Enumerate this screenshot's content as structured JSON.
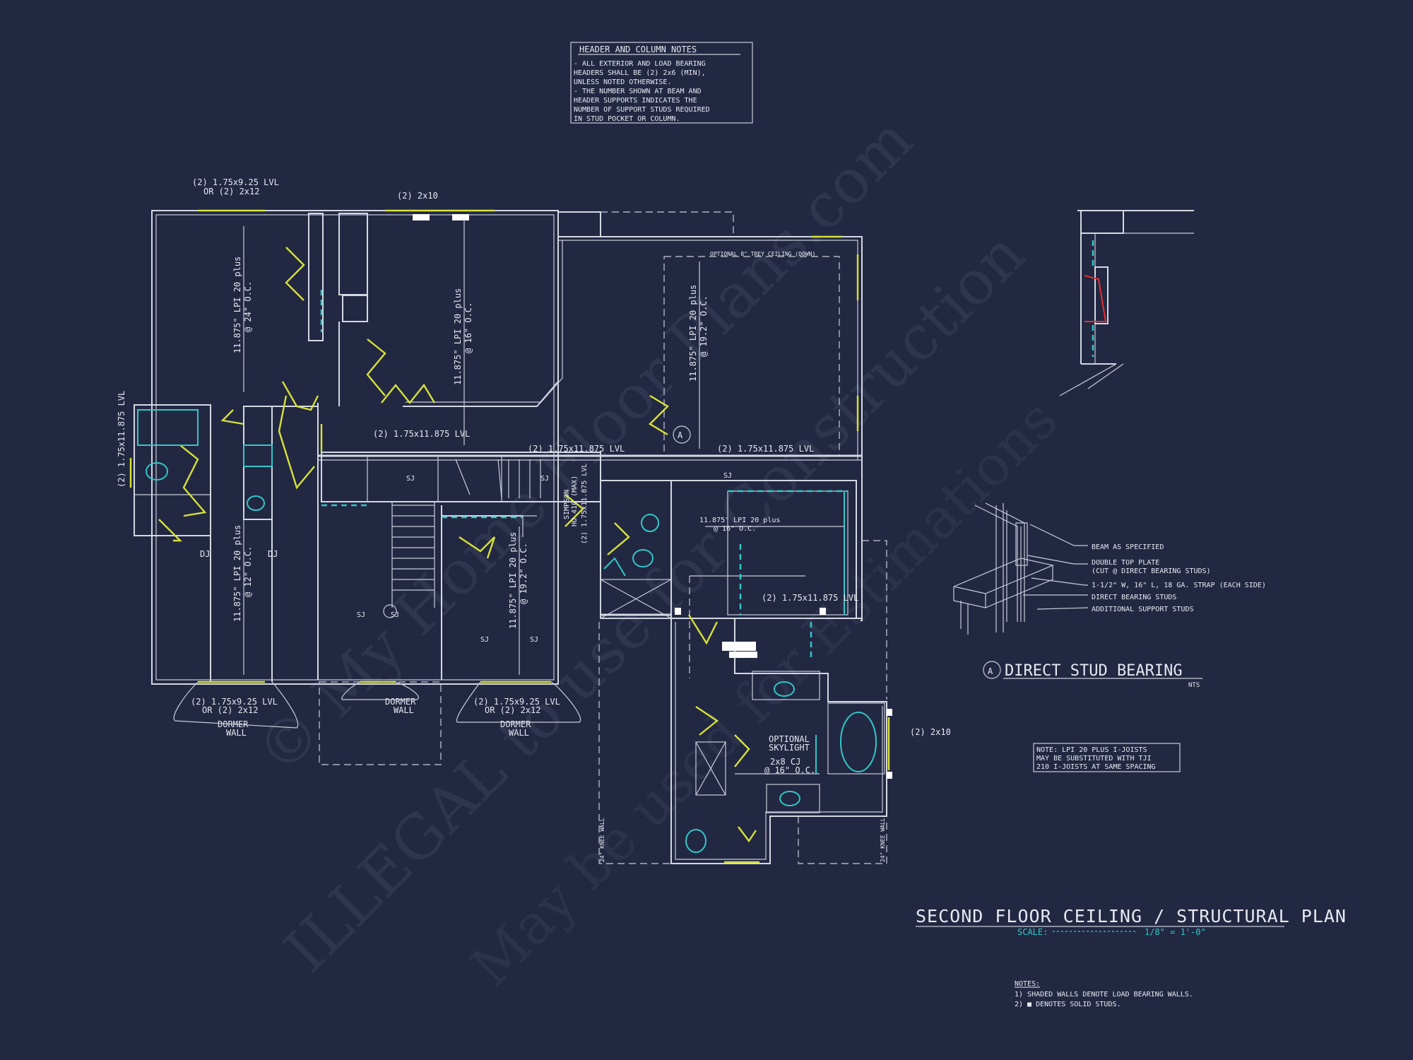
{
  "header_notes": {
    "title": "HEADER AND COLUMN NOTES",
    "lines": [
      "- ALL EXTERIOR AND LOAD BEARING",
      "HEADERS SHALL BE (2) 2x6 (MIN),",
      "UNLESS NOTED OTHERWISE.",
      "- THE NUMBER SHOWN AT BEAM AND",
      "HEADER SUPPORTS INDICATES THE",
      "NUMBER OF SUPPORT STUDS REQUIRED",
      "IN STUD POCKET OR COLUMN."
    ]
  },
  "plan_labels": {
    "top_left_header_1": "(2) 1.75x9.25 LVL",
    "top_left_header_2": "OR (2) 2x12",
    "top_mid_header": "(2) 2x10",
    "joist_left": "11.875\" LPI 20 plus",
    "joist_left_spacing": "@ 24\" O.C.",
    "joist_mid": "11.875\" LPI 20 plus",
    "joist_mid_spacing": "@ 16\" O.C.",
    "trey_ceiling": "OPTIONAL 8\" TREY CEILING (DOWN)",
    "joist_right": "11.875\" LPI 20 plus",
    "joist_right_spacing": "@ 19.2\" O.C.",
    "beam_left_vert": "(2) 1.75x11.875 LVL",
    "beam_a": "(2) 1.75x11.875 LVL",
    "beam_b": "(2) 1.75x11.875 LVL",
    "beam_c": "(2) 1.75x11.875 LVL",
    "beam_d": "(2) 1.75x11.875 LVL",
    "beam_e_vert": "(2) 1.75x11.875 LVL",
    "simpson_1": "SIMPSON",
    "simpson_2": "HU 410 (MAX)",
    "joist_center_right": "11.875\" LPI 20 plus",
    "joist_center_right_spacing": "@ 16\" O.C.",
    "joist_lower_left": "11.875\" LPI 20 plus",
    "joist_lower_left_spacing": "@ 12\" O.C.",
    "joist_lower_mid": "11.875\" LPI 20 plus",
    "joist_lower_mid_spacing": "@ 19.2\" O.C.",
    "dj": "DJ",
    "sj": "SJ",
    "dormer_hdr_1": "(2) 1.75x9.25 LVL",
    "dormer_hdr_2": "OR (2) 2x12",
    "dormer_wall_1": "DORMER",
    "dormer_wall_2": "WALL",
    "skylight_1": "OPTIONAL",
    "skylight_2": "SKYLIGHT",
    "cj_1": "2x8 CJ",
    "cj_2": "@ 16\" O.C.",
    "right_header": "(2) 2x10",
    "knee_wall": "24\" KNEE WALL",
    "marker_a": "A"
  },
  "detail": {
    "callout_1": "BEAM AS SPECIFIED",
    "callout_2a": "DOUBLE TOP PLATE",
    "callout_2b": "(CUT @ DIRECT BEARING STUDS)",
    "callout_3": "1-1/2\" W, 16\" L, 18 GA. STRAP (EACH SIDE)",
    "callout_4": "DIRECT BEARING STUDS",
    "callout_5": "ADDITIONAL SUPPORT STUDS",
    "marker": "A",
    "title": "DIRECT STUD BEARING",
    "nts": "NTS"
  },
  "note_box": {
    "lines": [
      "NOTE: LPI 20 PLUS I-JOISTS",
      "MAY BE SUBSTITUTED WITH TJI",
      "210 I-JOISTS AT SAME SPACING"
    ]
  },
  "sheet": {
    "title": "SECOND FLOOR CEILING / STRUCTURAL PLAN",
    "scale_label": "SCALE:",
    "scale_value": "1/8\" = 1'-0\""
  },
  "notes": {
    "heading": "NOTES:",
    "lines": [
      "1) SHADED WALLS DENOTE LOAD BEARING WALLS.",
      "2) ■ DENOTES SOLID STUDS."
    ]
  },
  "watermarks": [
    "© My Home Floor Plans.com",
    "ILLEGAL to use for Construction",
    "May be used for Estimations"
  ],
  "colors": {
    "background": "#232842",
    "linework": "#d4d8e4",
    "load_bearing": "#d6e23a",
    "fixtures": "#2fc8c8",
    "fireplace": "#e03030"
  }
}
